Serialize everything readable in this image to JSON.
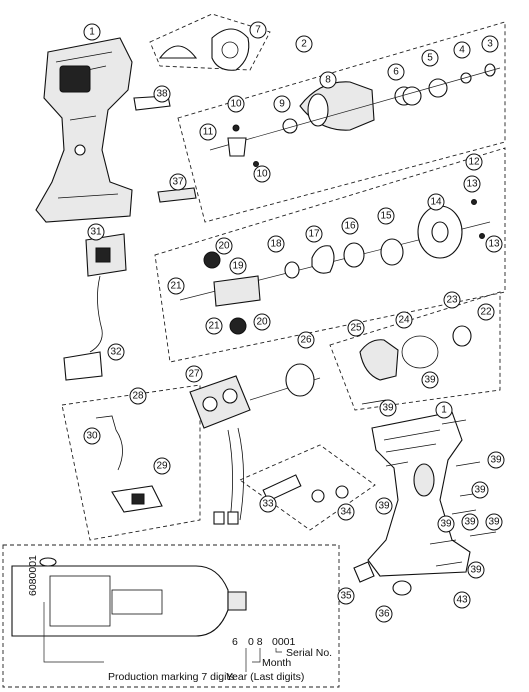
{
  "callouts": [
    "1",
    "2",
    "3",
    "4",
    "5",
    "6",
    "7",
    "8",
    "9",
    "10",
    "11",
    "12",
    "13",
    "14",
    "15",
    "16",
    "17",
    "18",
    "19",
    "20",
    "21",
    "22",
    "23",
    "24",
    "25",
    "26",
    "27",
    "28",
    "29",
    "30",
    "31",
    "32",
    "33",
    "34",
    "35",
    "36",
    "37",
    "38",
    "39",
    "43"
  ],
  "serial_example": {
    "year_digit": "6",
    "month_digits": "0 8",
    "serial_digits": "0001"
  },
  "labels": {
    "production_marking": "Production marking 7 digits",
    "serial_no": "Serial No.",
    "month": "Month",
    "year": "Year (Last digits)"
  },
  "housing_stamp": "6080001"
}
